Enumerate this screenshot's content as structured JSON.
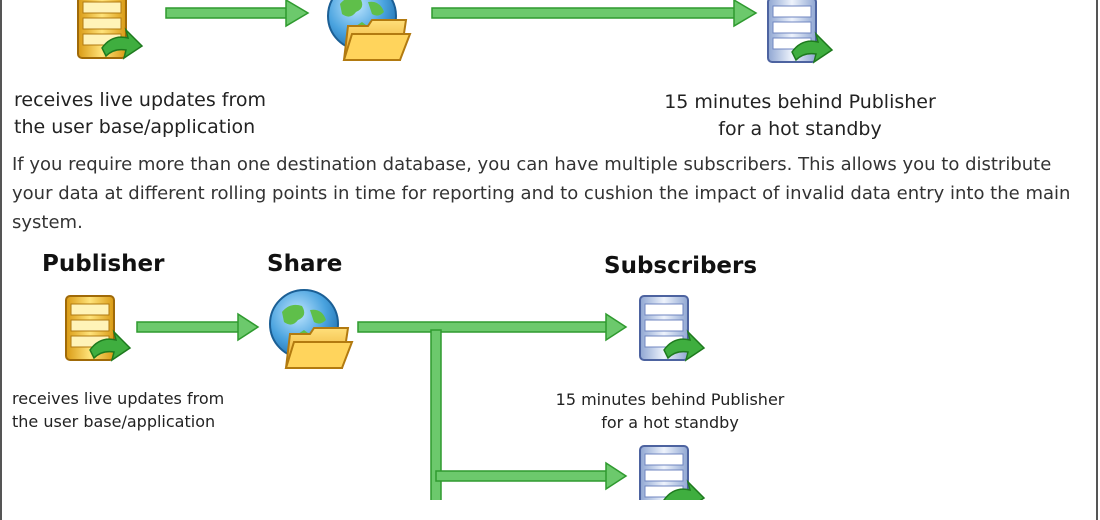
{
  "top_flow": {
    "publisher_caption": [
      "receives live updates from",
      "the user base/application"
    ],
    "subscriber_caption": [
      "15 minutes behind Publisher",
      "for a hot standby"
    ]
  },
  "paragraph": "If you require more than one destination database, you can have multiple subscribers. This allows you to distribute your data at different rolling points in time for reporting and to cushion the impact of invalid data entry into the main system.",
  "bottom_flow": {
    "publisher_heading": "Publisher",
    "share_heading": "Share",
    "subscribers_heading": "Subscribers",
    "publisher_caption": [
      "receives live updates from",
      "the user base/application"
    ],
    "subscriber1_caption": [
      "15 minutes behind Publisher",
      "for a hot standby"
    ]
  },
  "colors": {
    "arrow": "#6cc96c",
    "publisher_db": "#f2c94c",
    "subscriber_db": "#c8d6f0",
    "globe": "#4aa3df",
    "folder": "#f5b942"
  },
  "icons": {
    "publisher": "publisher-database-icon",
    "share": "share-globe-folder-icon",
    "subscriber": "subscriber-database-icon"
  }
}
